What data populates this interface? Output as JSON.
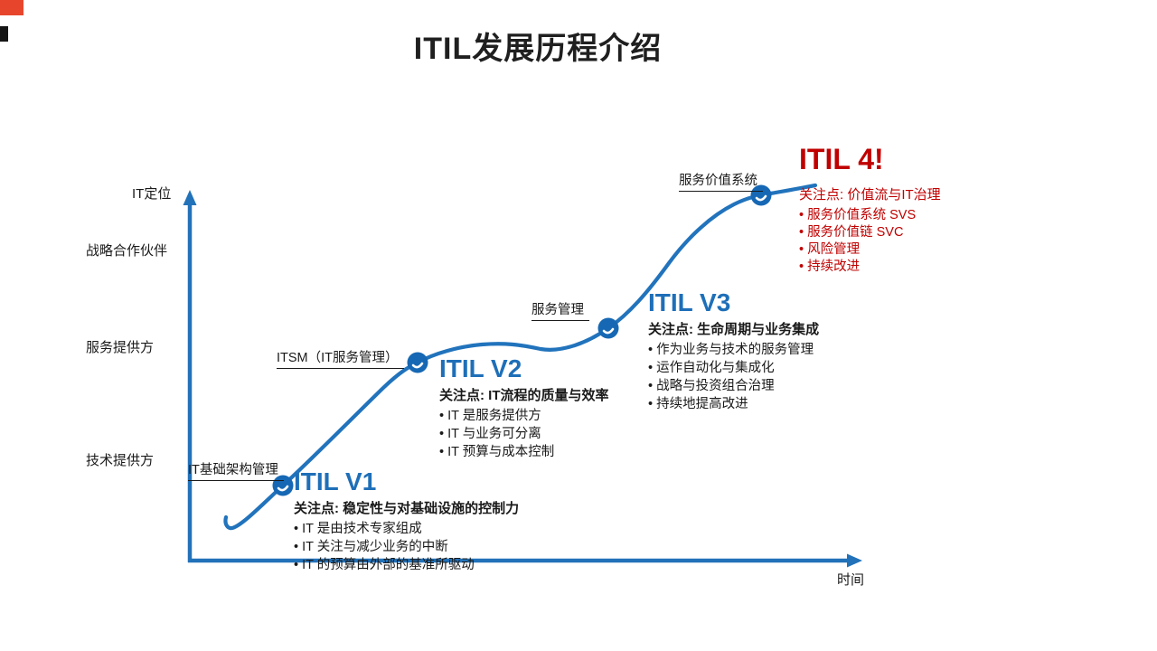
{
  "slide": {
    "title": "ITIL发展历程介绍"
  },
  "colors": {
    "blue": "#1E6FB8",
    "red": "#C00000",
    "dark": "#1A1A1A"
  },
  "axes": {
    "y_axis_title": "IT定位",
    "x_axis_title": "时间",
    "y_tick_labels": [
      "战略合作伙伴",
      "服务提供方",
      "技术提供方"
    ]
  },
  "milestones": [
    {
      "curve_label": "IT基础架构管理",
      "version": "ITIL V1",
      "focus": "关注点: 稳定性与对基础设施的控制力",
      "bullets": [
        "IT 是由技术专家组成",
        "IT 关注与减少业务的中断",
        "IT 的预算由外部的基准所驱动"
      ]
    },
    {
      "curve_label": "ITSM（IT服务管理）",
      "version": "ITIL V2",
      "focus": "关注点: IT流程的质量与效率",
      "bullets": [
        "IT 是服务提供方",
        "IT 与业务可分离",
        "IT 预算与成本控制"
      ]
    },
    {
      "curve_label": "服务管理",
      "version": "ITIL V3",
      "focus": "关注点: 生命周期与业务集成",
      "bullets": [
        "作为业务与技术的服务管理",
        "运作自动化与集成化",
        "战略与投资组合治理",
        "持续地提高改进"
      ]
    },
    {
      "curve_label": "服务价值系统",
      "version": "ITIL 4!",
      "focus": "关注点: 价值流与IT治理",
      "bullets": [
        "服务价值系统 SVS",
        "服务价值链 SVC",
        "风险管理",
        "持续改进"
      ]
    }
  ]
}
